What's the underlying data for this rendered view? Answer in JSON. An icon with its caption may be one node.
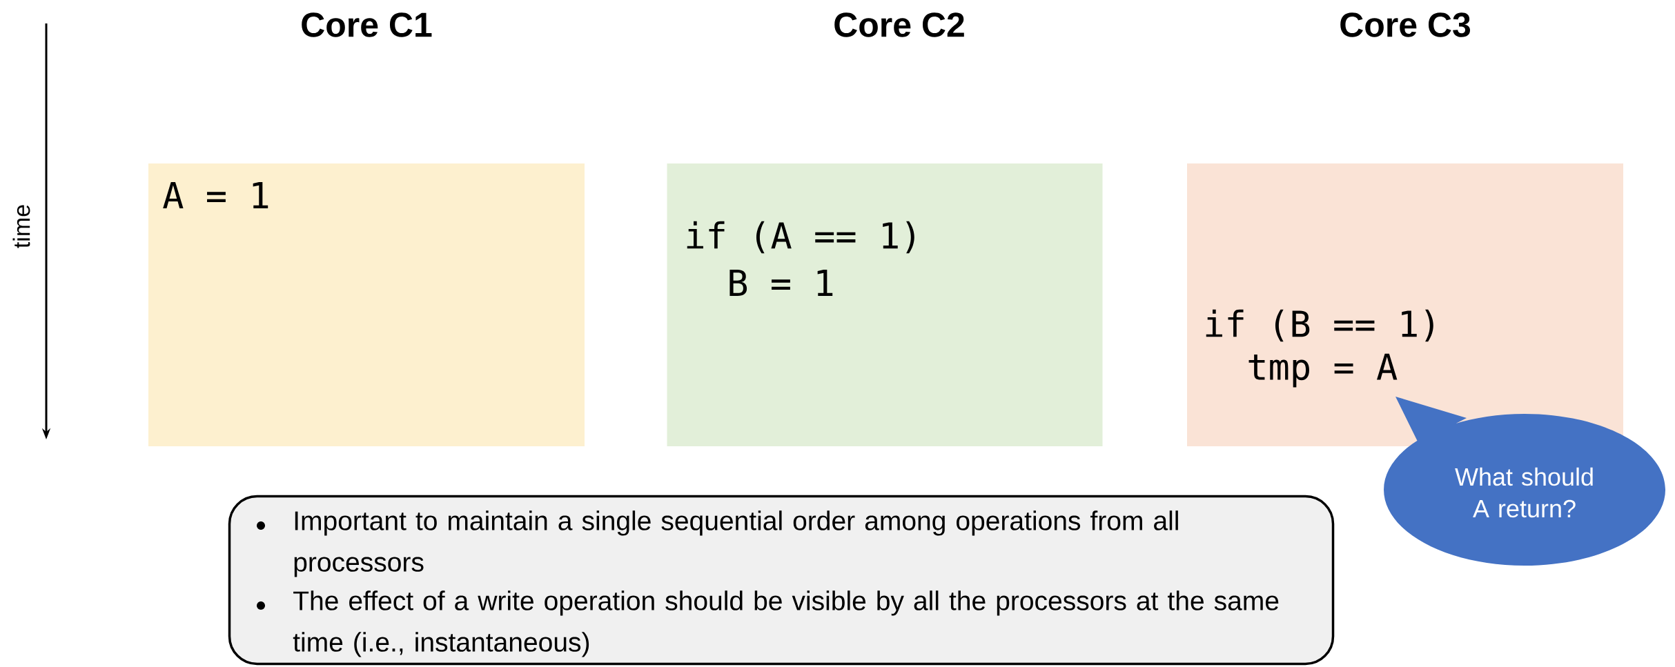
{
  "diagram": {
    "nodes": [
      {
        "text": [
          "Core C1",
          "A = 1"
        ]
      },
      {
        "text": [
          "Core C2",
          "if (A == 1)",
          "B = 1"
        ]
      },
      {
        "text": [
          "Core C3",
          "if (B == 1)",
          "tmp = A"
        ]
      },
      {
        "text": [
          "What should A return?"
        ]
      },
      {
        "text": [
          "Important to maintain a single sequential order among operations from all processors",
          "The effect of a write operation should be visible by all the processors at the same time (i.e., instantaneous)"
        ]
      }
    ],
    "labels": [
      "time"
    ]
  }
}
